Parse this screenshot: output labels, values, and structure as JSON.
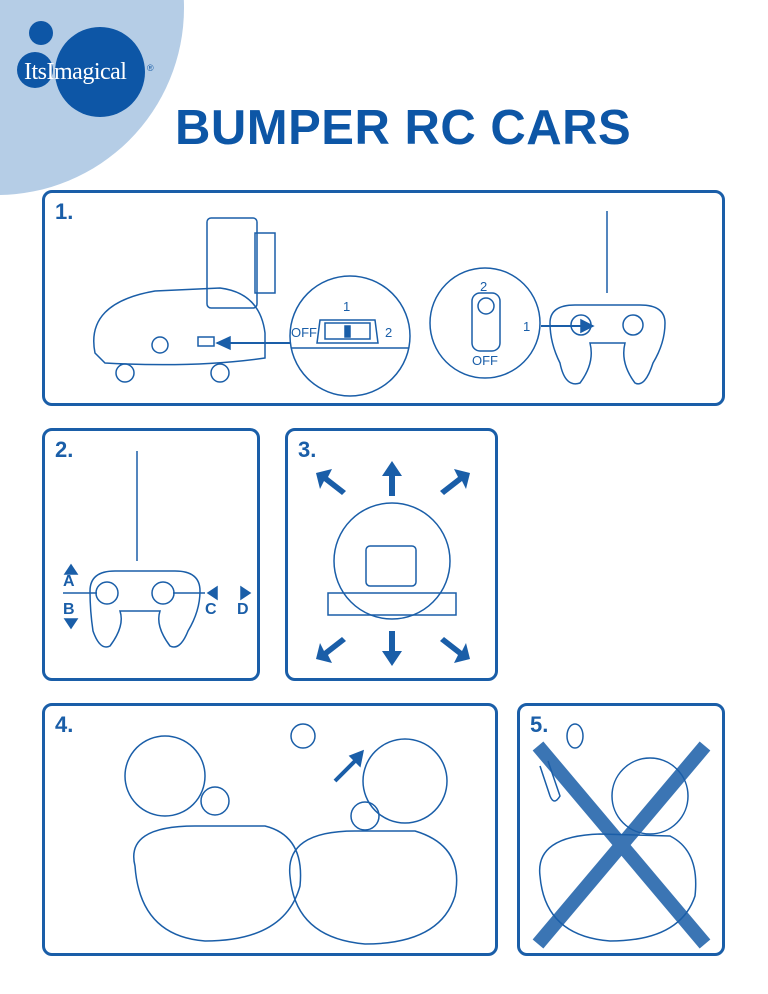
{
  "brand": {
    "logo_text": "ItsImagical",
    "registered": "®"
  },
  "title": "BUMPER RC CARS",
  "steps": [
    {
      "number": "1.",
      "switch_labels": {
        "off": "OFF",
        "one": "1",
        "two": "2"
      },
      "remote_switch_labels": {
        "two": "2",
        "one": "1",
        "off": "OFF"
      }
    },
    {
      "number": "2.",
      "labels": {
        "a": "A",
        "b": "B",
        "c": "C",
        "d": "D"
      }
    },
    {
      "number": "3."
    },
    {
      "number": "4."
    },
    {
      "number": "5."
    }
  ],
  "colors": {
    "primary": "#1a5ea8",
    "light": "#b5cde6"
  }
}
